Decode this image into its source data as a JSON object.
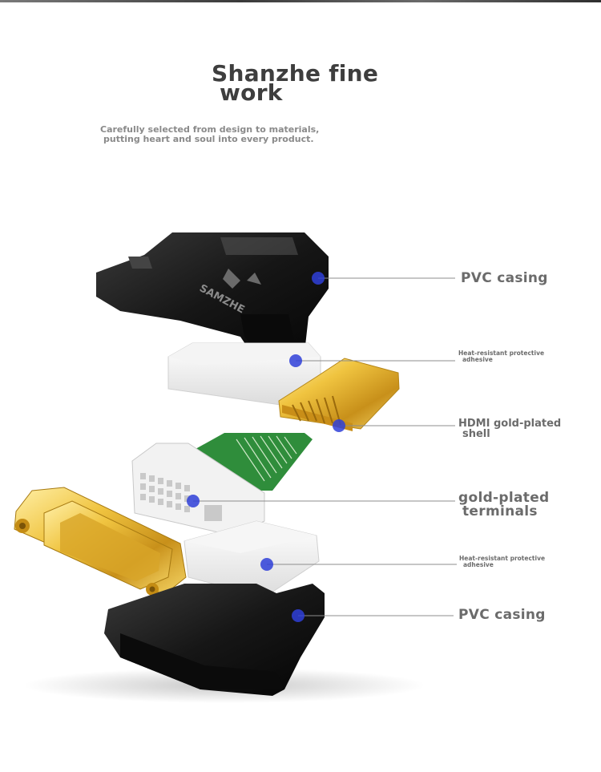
{
  "header": {
    "title_line1": "Shanzhe fine",
    "title_line2": "work",
    "subtitle_line1": "Carefully selected from design to materials,",
    "subtitle_line2": "putting heart and soul into every product."
  },
  "product": {
    "brand_mark": "SAMZHE"
  },
  "callouts": [
    {
      "line1": "PVC casing",
      "line2": ""
    },
    {
      "line1": "Heat-resistant protective",
      "line2": "adhesive"
    },
    {
      "line1": "HDMI gold-plated",
      "line2": "shell"
    },
    {
      "line1": "gold-plated",
      "line2": "terminals"
    },
    {
      "line1": "Heat-resistant protective",
      "line2": "adhesive"
    },
    {
      "line1": "PVC casing",
      "line2": ""
    }
  ],
  "colors": {
    "casing": "#1c1c1c",
    "gold": "#e0b43a",
    "pcb": "#2e8b3a",
    "marker": "#2f3fd8",
    "label": "#6b6b6b"
  }
}
